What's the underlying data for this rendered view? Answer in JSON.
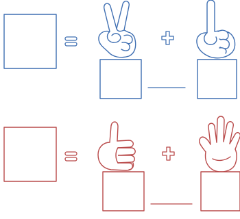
{
  "worksheet": {
    "rows": [
      {
        "id": "row-1",
        "color": "#3f6fb2",
        "left_hand": "victory-hand-icon",
        "right_hand": "pointing-up-hand-icon",
        "left_count": 2,
        "right_count": 1
      },
      {
        "id": "row-2",
        "color": "#b94a4a",
        "left_hand": "thumbs-up-hand-icon",
        "right_hand": "open-hand-icon",
        "left_count": 1,
        "right_count": 5
      }
    ],
    "icons": {
      "equals": "equals-sign-icon",
      "plus": "plus-sign-icon"
    }
  }
}
